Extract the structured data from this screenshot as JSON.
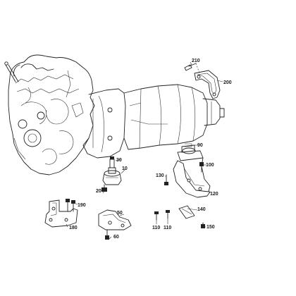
{
  "callouts": [
    "10",
    "20",
    "30",
    "50",
    "60",
    "90",
    "100",
    "110",
    "110",
    "120",
    "130",
    "140",
    "150",
    "180",
    "190",
    "200",
    "210"
  ]
}
